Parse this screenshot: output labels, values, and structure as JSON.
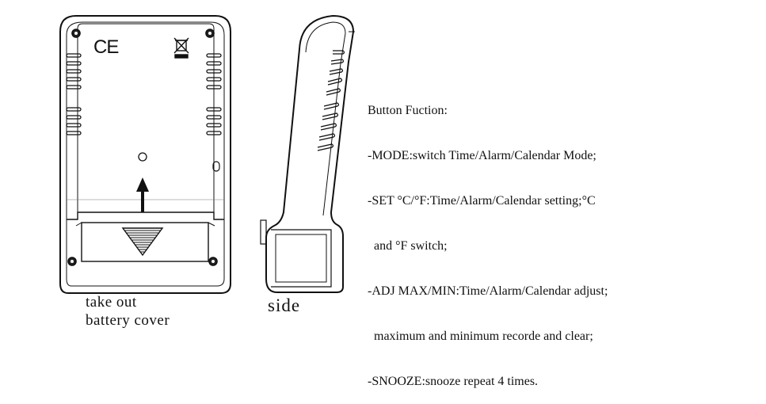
{
  "labels": {
    "back_caption_line1": "take out",
    "back_caption_line2": "battery cover",
    "side_caption": "side"
  },
  "marks": {
    "ce_mark": "CE",
    "weee_symbol": "crossed-out-bin-icon"
  },
  "button_functions": {
    "title": "Button Fuction:",
    "lines": [
      "-MODE:switch Time/Alarm/Calendar Mode;",
      "-SET °C/°F:Time/Alarm/Calendar setting;°C",
      "  and °F switch;",
      "-ADJ MAX/MIN:Time/Alarm/Calendar adjust;",
      "  maximum and minimum recorde and clear;",
      "-SNOOZE:snooze repeat 4 times."
    ]
  }
}
